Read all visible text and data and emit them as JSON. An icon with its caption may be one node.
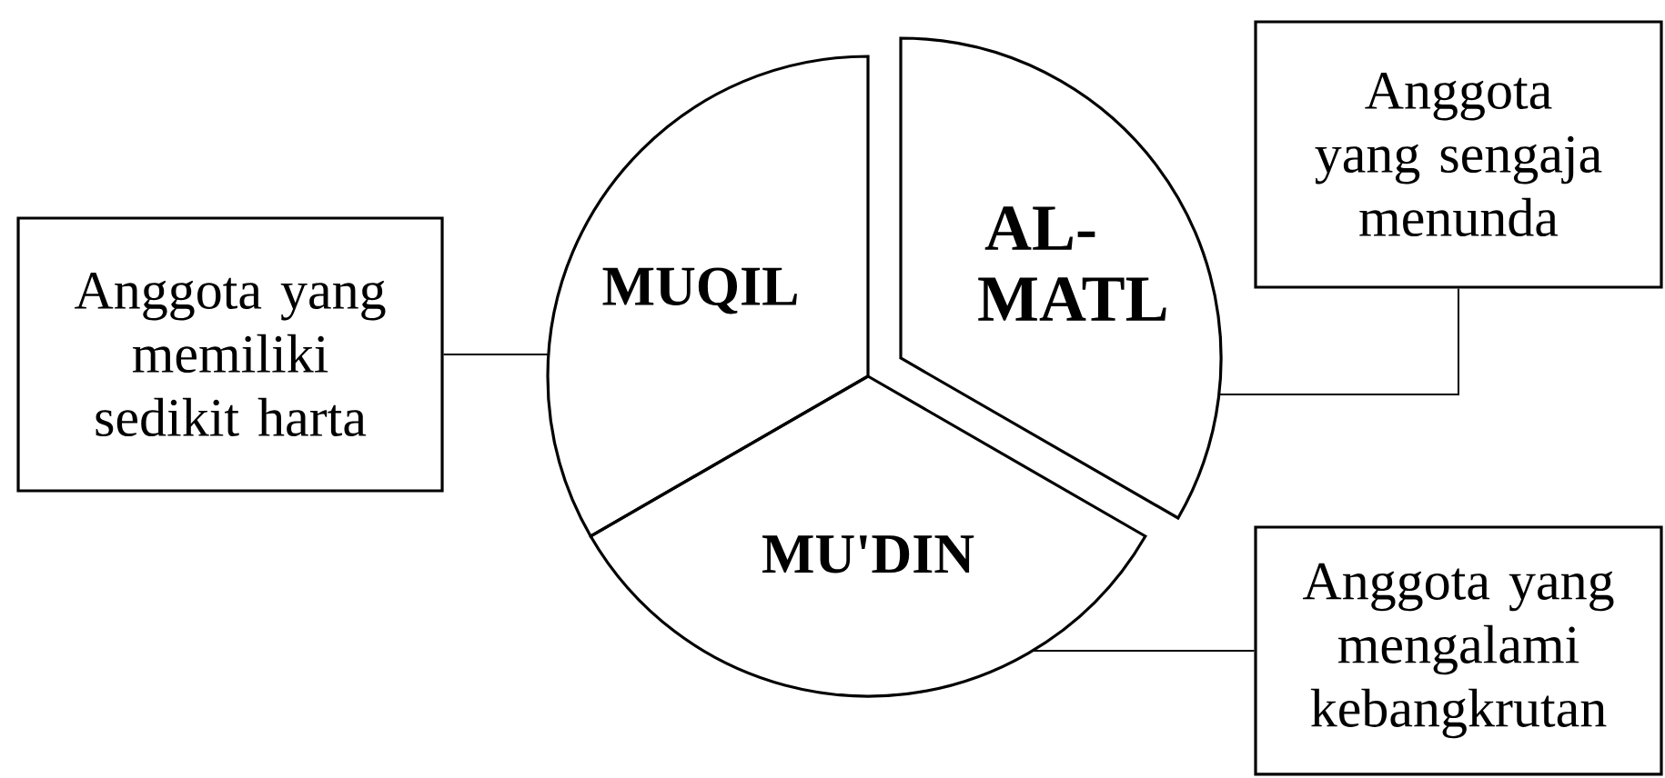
{
  "diagram": {
    "nodes": [
      {
        "text": [
          "Anggota yang memiliki sedikit harta"
        ]
      },
      {
        "text": [
          "MUQIL"
        ]
      },
      {
        "text": [
          "AL-MATL"
        ]
      },
      {
        "text": [
          "MU'DIN"
        ]
      },
      {
        "text": [
          "Anggota yang sengaja menunda"
        ]
      },
      {
        "text": [
          "Anggota yang mengalami kebangkrutan"
        ]
      }
    ],
    "edges": [
      {
        "from": 0,
        "to": 1,
        "arrow": "none"
      },
      {
        "from": 4,
        "to": 2,
        "arrow": "none"
      },
      {
        "from": 5,
        "to": 3,
        "arrow": "none"
      }
    ]
  }
}
